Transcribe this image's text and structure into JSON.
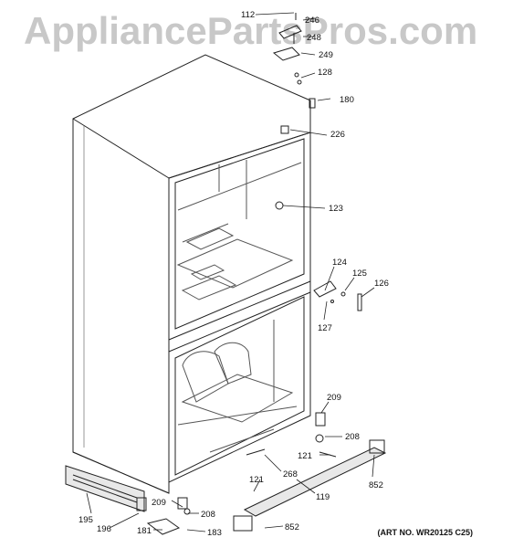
{
  "watermark": "AppliancePartsPros.com",
  "art_number": "(ART NO. WR20125 C25)",
  "part_labels": {
    "p112": "112",
    "p246": "246",
    "p248": "248",
    "p249": "249",
    "p128": "128",
    "p180": "180",
    "p226": "226",
    "p123": "123",
    "p124": "124",
    "p125": "125",
    "p126": "126",
    "p127": "127",
    "p209a": "209",
    "p208a": "208",
    "p121a": "121",
    "p852a": "852",
    "p268": "268",
    "p121b": "121",
    "p119": "119",
    "p195": "195",
    "p196": "196",
    "p209b": "209",
    "p208b": "208",
    "p181": "181",
    "p183": "183",
    "p852b": "852"
  }
}
